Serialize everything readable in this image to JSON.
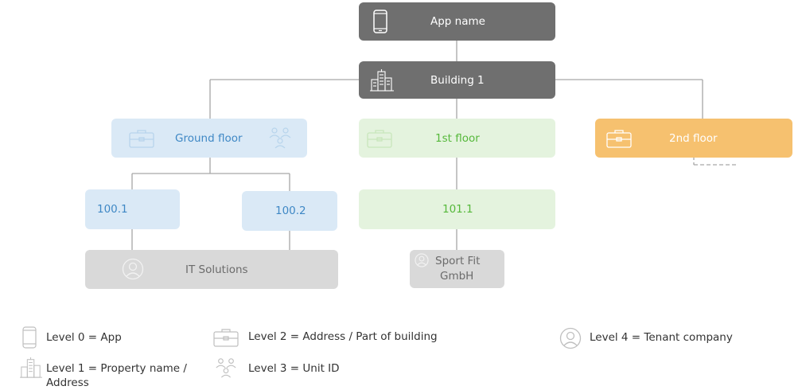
{
  "nodes": {
    "app": "App name",
    "building": "Building 1",
    "ground_floor": "Ground floor",
    "first_floor": "1st floor",
    "second_floor": "2nd floor",
    "unit_100_1": "100.1",
    "unit_100_2": "100.2",
    "unit_101_1": "101.1",
    "tenant_it": "IT Solutions",
    "tenant_sport_line1": "Sport Fit",
    "tenant_sport_line2": "GmbH"
  },
  "legend": {
    "level0": "Level 0 = App",
    "level1_line1": "Level 1 = Property name /",
    "level1_line2": "Address",
    "level2": "Level 2 = Address / Part of building",
    "level3": "Level 3 = Unit ID",
    "level4": "Level 4 = Tenant company"
  },
  "icons": {
    "app": "smartphone-icon",
    "building": "building-icon",
    "floor": "briefcase-icon",
    "unit": "people-group-icon",
    "tenant": "person-circle-icon"
  },
  "colors": {
    "dark_node": "#6f6f6f",
    "blue_node": "#dae9f6",
    "blue_text": "#3f88c5",
    "green_node": "#e4f3de",
    "green_text": "#55b83a",
    "orange_node": "#f6c16f",
    "grey_node": "#d9d9d9",
    "connector": "#a6a6a6"
  }
}
